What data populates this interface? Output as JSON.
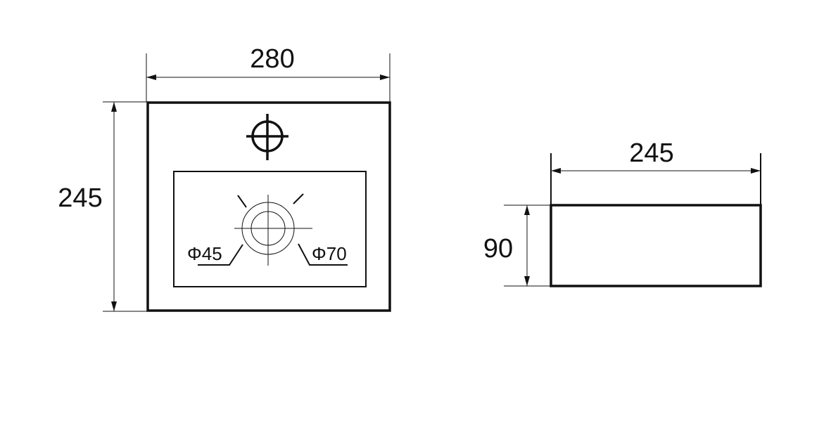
{
  "top_view": {
    "width_label": "280",
    "height_label": "245",
    "drain_inner_label": "Φ45",
    "drain_outer_label": "Φ70"
  },
  "side_view": {
    "width_label": "245",
    "height_label": "90"
  }
}
